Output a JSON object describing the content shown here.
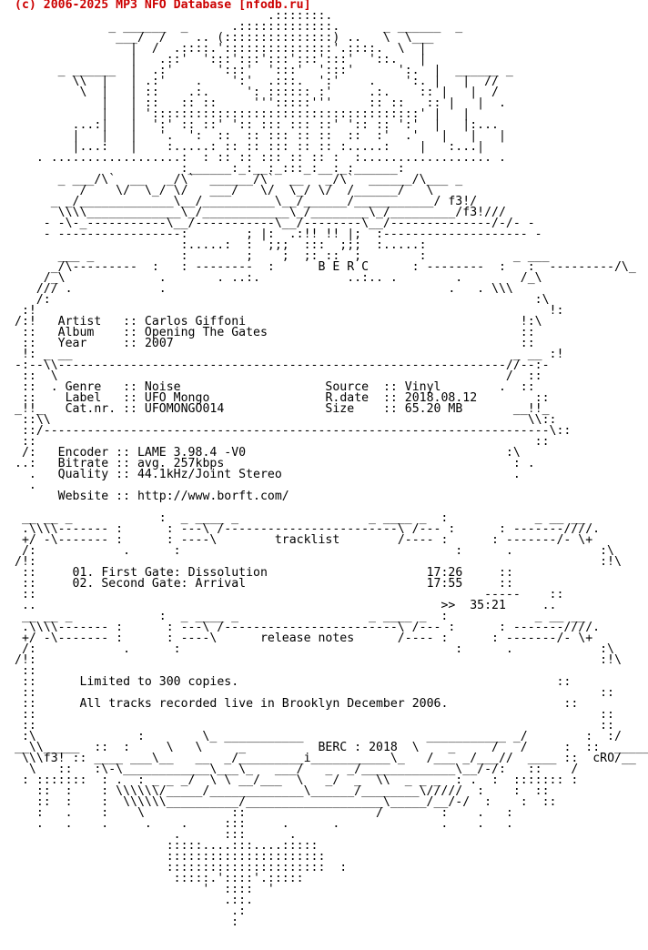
{
  "header": "(c) 2006-2025 MP3 NFO Database [nfodb.ru]",
  "colors": {
    "header": "#cc0000",
    "text": "#000000",
    "background": "#ffffff"
  },
  "logo_lines": [
    "                                   .:::::::.",
    "             _ ______  _      .:::::::::::::.      _ ______  _",
    "              ___/  /    .. (:::::::::::::::) ..   \\  \\___",
    "                |  /  .::::.':::::::::::::::'.::::.  \\  |",
    "                |   .::'  ':::':::':::':::':::'  '::.   |",
    "      _ ______  |  .:'      ':::'  ':::'  ':::'      ':.  |  ______ _",
    "        \\\\  |   | .:'    .    ':'  .:::.  ':'    .    ':. |   |  //",
    "         \\  |   | ::    .:.     ': :::::: :'     .:.    :: |   |  /",
    "            |   | ::   :: ::     ''':::::'''     :: ::   :: |   |  .",
    "            |   | ':::::::::::::::::::::::::::::::::::::' |   |",
    "        ...:|   |  ':' :: ::' ':: ::: ::: ::' ':: :: ':'  |   |:...",
    "        |   |   |   '.  ':  ::  :: ::: :: ::  ::  :'  .'   |   |   |",
    "        |...:   |    :.....: :: :: ::: :: :: :.....:    |   :...|",
    "   . ..................:  : :: :: ::: :: :: :  :.................. .",
    "                       :______:_:__:_:::_:__:_:______:",
    "      _ ___/\\`  __   _/\\`  ______/\\`  __   _/\\`  ______/\\___ _",
    "         /    \\/  \\_/ \\/   ___/   \\/  \\_/ \\/  /______/   \\",
    "     _ _/_____________\\__/__________\\__/______/___________/ f3!/",
    "      \\\\\\\\_____________\\_/____________\\_/________\\_/_________/f3!///",
    "    - -\\-_-----------\\__/-----------\\__/--------\\__/--------------/-/- -",
    "    - -----------------:        ; |:  .:!! !! |;  :-------------------- -",
    "                       :.....:  :  ;;;  :::  ;;;  :.....: ",
    "      ___ _            :        ;    ;  ;: ::  ;        :            _ ___",
    "     _/\\---------  :   : --------  :      B E R C      : --------  :   :  ---------/\\_",
    "    /_\\             .       . ..:.            ..:.. .        .        /_\\",
    "   /// .            .                                       .   . \\\\\\",
    "   /:                                                                   :\\"
  ],
  "info": {
    "artist_label": "Artist",
    "artist": "Carlos Giffoni",
    "album_label": "Album",
    "album": "Opening The Gates",
    "year_label": "Year",
    "year": "2007",
    "genre_label": "Genre",
    "genre": "Noise",
    "label_label": "Label",
    "label": "UFO Mongo",
    "catnr_label": "Cat.nr.",
    "catnr": "UFOMONGO014",
    "source_label": "Source",
    "source": "Vinyl",
    "rdate_label": "R.date",
    "rdate": "2018.08.12",
    "size_label": "Size",
    "size": "65.20 MB",
    "encoder_label": "Encoder",
    "encoder": "LAME 3.98.4 -V0",
    "bitrate_label": "Bitrate",
    "bitrate": "avg. 257kbps",
    "quality_label": "Quality",
    "quality": "44.1kHz/Joint Stereo",
    "website_label": "Website",
    "website": "http://www.borft.com/"
  },
  "tracklist": {
    "title": "tracklist",
    "tracks": [
      {
        "num": "01.",
        "title": "First Gate: Dissolution",
        "time": "17:26"
      },
      {
        "num": "02.",
        "title": "Second Gate: Arrival",
        "time": "17:55"
      }
    ],
    "separator": "-----",
    "total_marker": ">>",
    "total": "35:21"
  },
  "notes": {
    "title": "release notes",
    "line1": "Limited to 300 copies.",
    "line2": "All tracks recorded live in Brooklyn December 2006."
  },
  "footer": {
    "group": "BERC",
    "year": "2018",
    "tag_left": "f3!",
    "tag_right": "cRO"
  }
}
